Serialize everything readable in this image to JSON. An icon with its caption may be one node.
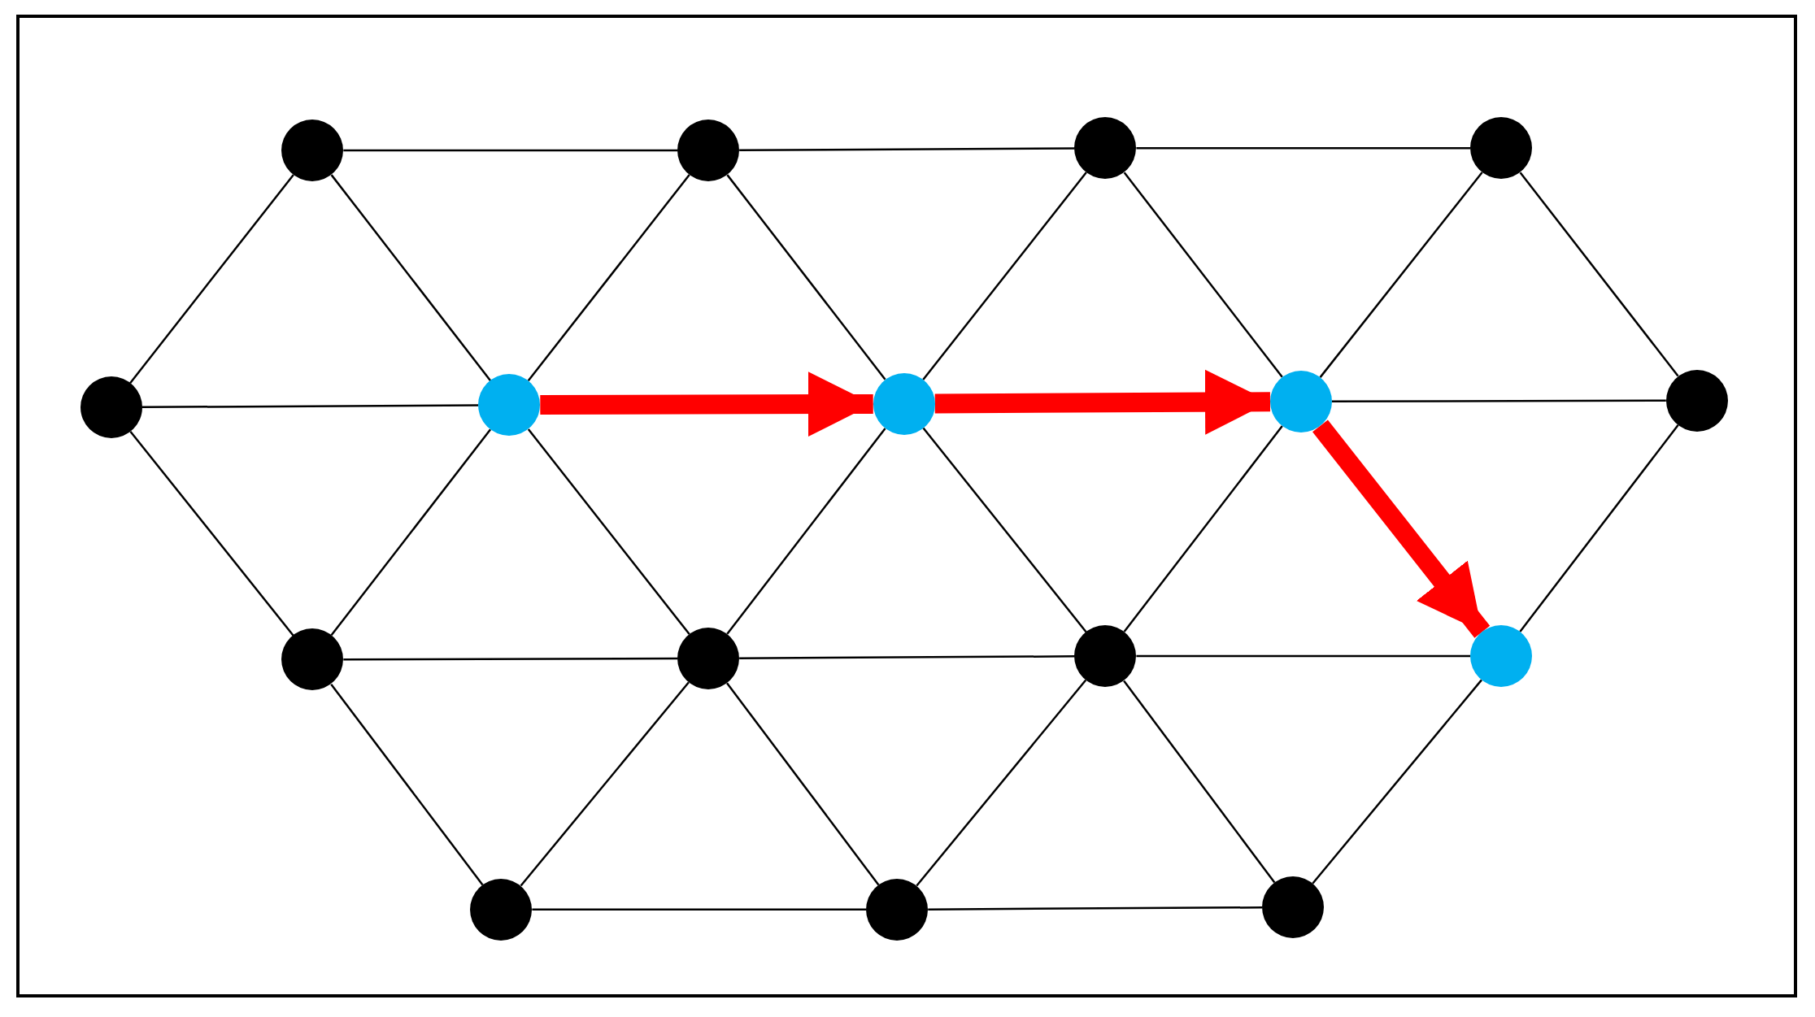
{
  "diagram": {
    "nodes": [
      {
        "text": [],
        "shape": "circle"
      },
      {
        "text": [],
        "shape": "circle"
      },
      {
        "text": [],
        "shape": "circle"
      },
      {
        "text": [],
        "shape": "circle"
      },
      {
        "text": [],
        "shape": "circle"
      },
      {
        "text": [],
        "shape": "circle"
      },
      {
        "text": [],
        "shape": "circle"
      },
      {
        "text": [],
        "shape": "circle"
      },
      {
        "text": [],
        "shape": "circle"
      },
      {
        "text": [],
        "shape": "circle"
      },
      {
        "text": [],
        "shape": "circle"
      },
      {
        "text": [],
        "shape": "circle"
      },
      {
        "text": [],
        "shape": "circle"
      },
      {
        "text": [],
        "shape": "circle"
      },
      {
        "text": [],
        "shape": "circle"
      },
      {
        "text": [],
        "shape": "circle"
      }
    ],
    "edges": [
      {
        "from": 0,
        "to": 1,
        "arrow": "none"
      },
      {
        "from": 1,
        "to": 2,
        "arrow": "none"
      },
      {
        "from": 2,
        "to": 3,
        "arrow": "none"
      },
      {
        "from": 0,
        "to": 4,
        "arrow": "none"
      },
      {
        "from": 0,
        "to": 5,
        "arrow": "none"
      },
      {
        "from": 1,
        "to": 5,
        "arrow": "none"
      },
      {
        "from": 1,
        "to": 6,
        "arrow": "none"
      },
      {
        "from": 2,
        "to": 6,
        "arrow": "none"
      },
      {
        "from": 2,
        "to": 7,
        "arrow": "none"
      },
      {
        "from": 3,
        "to": 7,
        "arrow": "none"
      },
      {
        "from": 3,
        "to": 8,
        "arrow": "none"
      },
      {
        "from": 4,
        "to": 5,
        "arrow": "none"
      },
      {
        "from": 5,
        "to": 6,
        "arrow": "to",
        "style": "thick",
        "color": "#ff0000"
      },
      {
        "from": 6,
        "to": 7,
        "arrow": "to",
        "style": "thick",
        "color": "#ff0000"
      },
      {
        "from": 7,
        "to": 8,
        "arrow": "none"
      },
      {
        "from": 4,
        "to": 9,
        "arrow": "none"
      },
      {
        "from": 5,
        "to": 9,
        "arrow": "none"
      },
      {
        "from": 5,
        "to": 10,
        "arrow": "none"
      },
      {
        "from": 6,
        "to": 10,
        "arrow": "none"
      },
      {
        "from": 6,
        "to": 11,
        "arrow": "none"
      },
      {
        "from": 7,
        "to": 11,
        "arrow": "none"
      },
      {
        "from": 7,
        "to": 12,
        "arrow": "to",
        "style": "thick",
        "color": "#ff0000"
      },
      {
        "from": 8,
        "to": 12,
        "arrow": "none"
      },
      {
        "from": 9,
        "to": 10,
        "arrow": "none"
      },
      {
        "from": 10,
        "to": 11,
        "arrow": "none"
      },
      {
        "from": 11,
        "to": 12,
        "arrow": "none"
      },
      {
        "from": 9,
        "to": 13,
        "arrow": "none"
      },
      {
        "from": 10,
        "to": 13,
        "arrow": "none"
      },
      {
        "from": 10,
        "to": 14,
        "arrow": "none"
      },
      {
        "from": 11,
        "to": 14,
        "arrow": "none"
      },
      {
        "from": 11,
        "to": 15,
        "arrow": "none"
      },
      {
        "from": 12,
        "to": 15,
        "arrow": "none"
      },
      {
        "from": 13,
        "to": 14,
        "arrow": "none"
      },
      {
        "from": 14,
        "to": 15,
        "arrow": "none"
      }
    ]
  }
}
